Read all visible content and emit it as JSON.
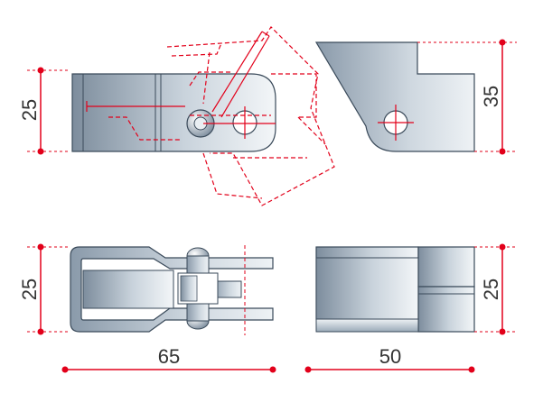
{
  "labels": {
    "top_left_height": "25",
    "top_right_height": "35",
    "bottom_left_height": "25",
    "bottom_right_height": "25",
    "bottom_left_width": "65",
    "bottom_right_width": "50"
  },
  "colors": {
    "dimension_red": "#e2001a",
    "outline": "#3a4a5a",
    "steel_light": "#e9eef2",
    "steel_dark": "#8a9aaa",
    "text": "#333333"
  }
}
